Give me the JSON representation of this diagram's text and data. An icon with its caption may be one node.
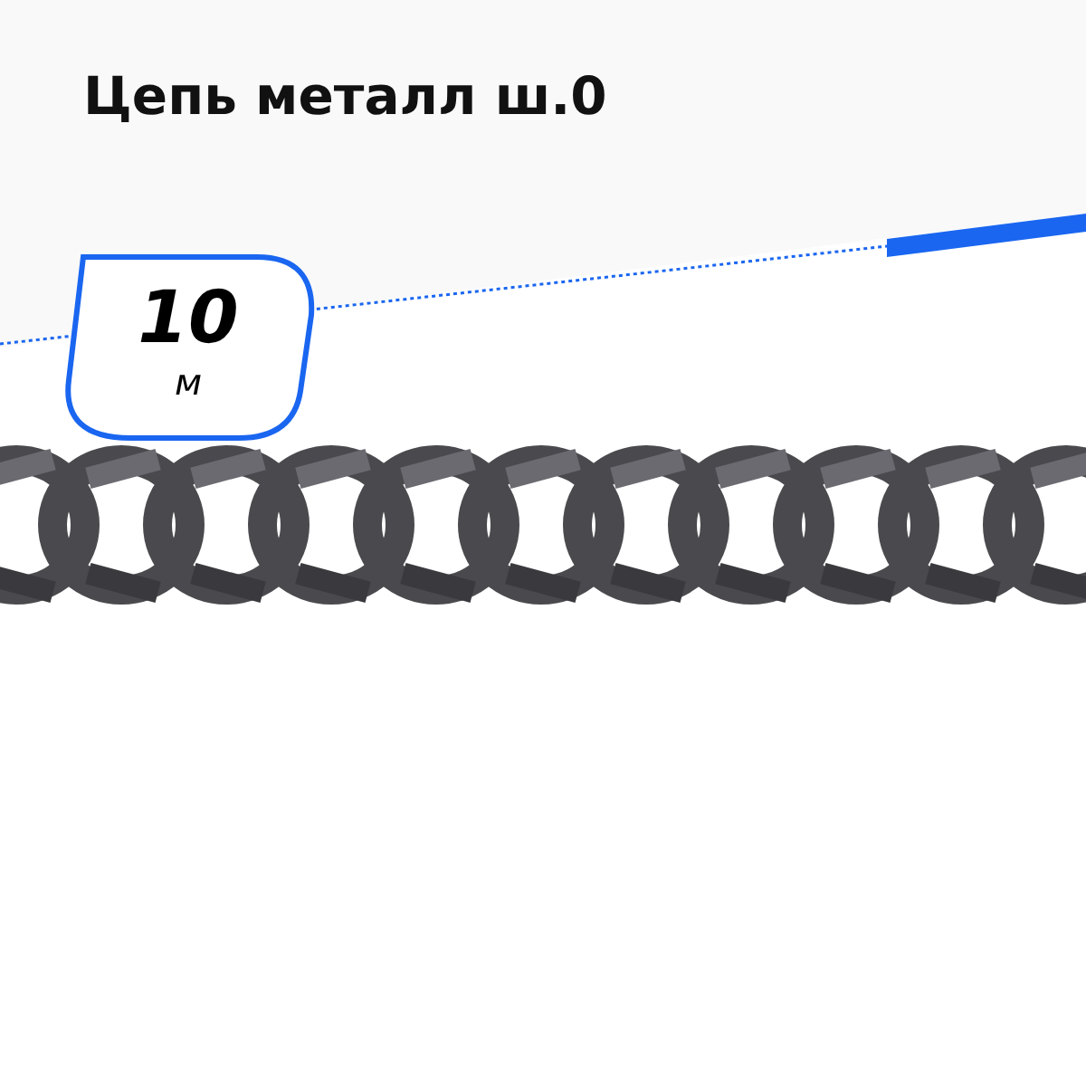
{
  "diagram": {
    "title": "Цепь металл ш.0",
    "nodes": [
      {
        "text": [
          "10",
          "м"
        ]
      }
    ]
  }
}
